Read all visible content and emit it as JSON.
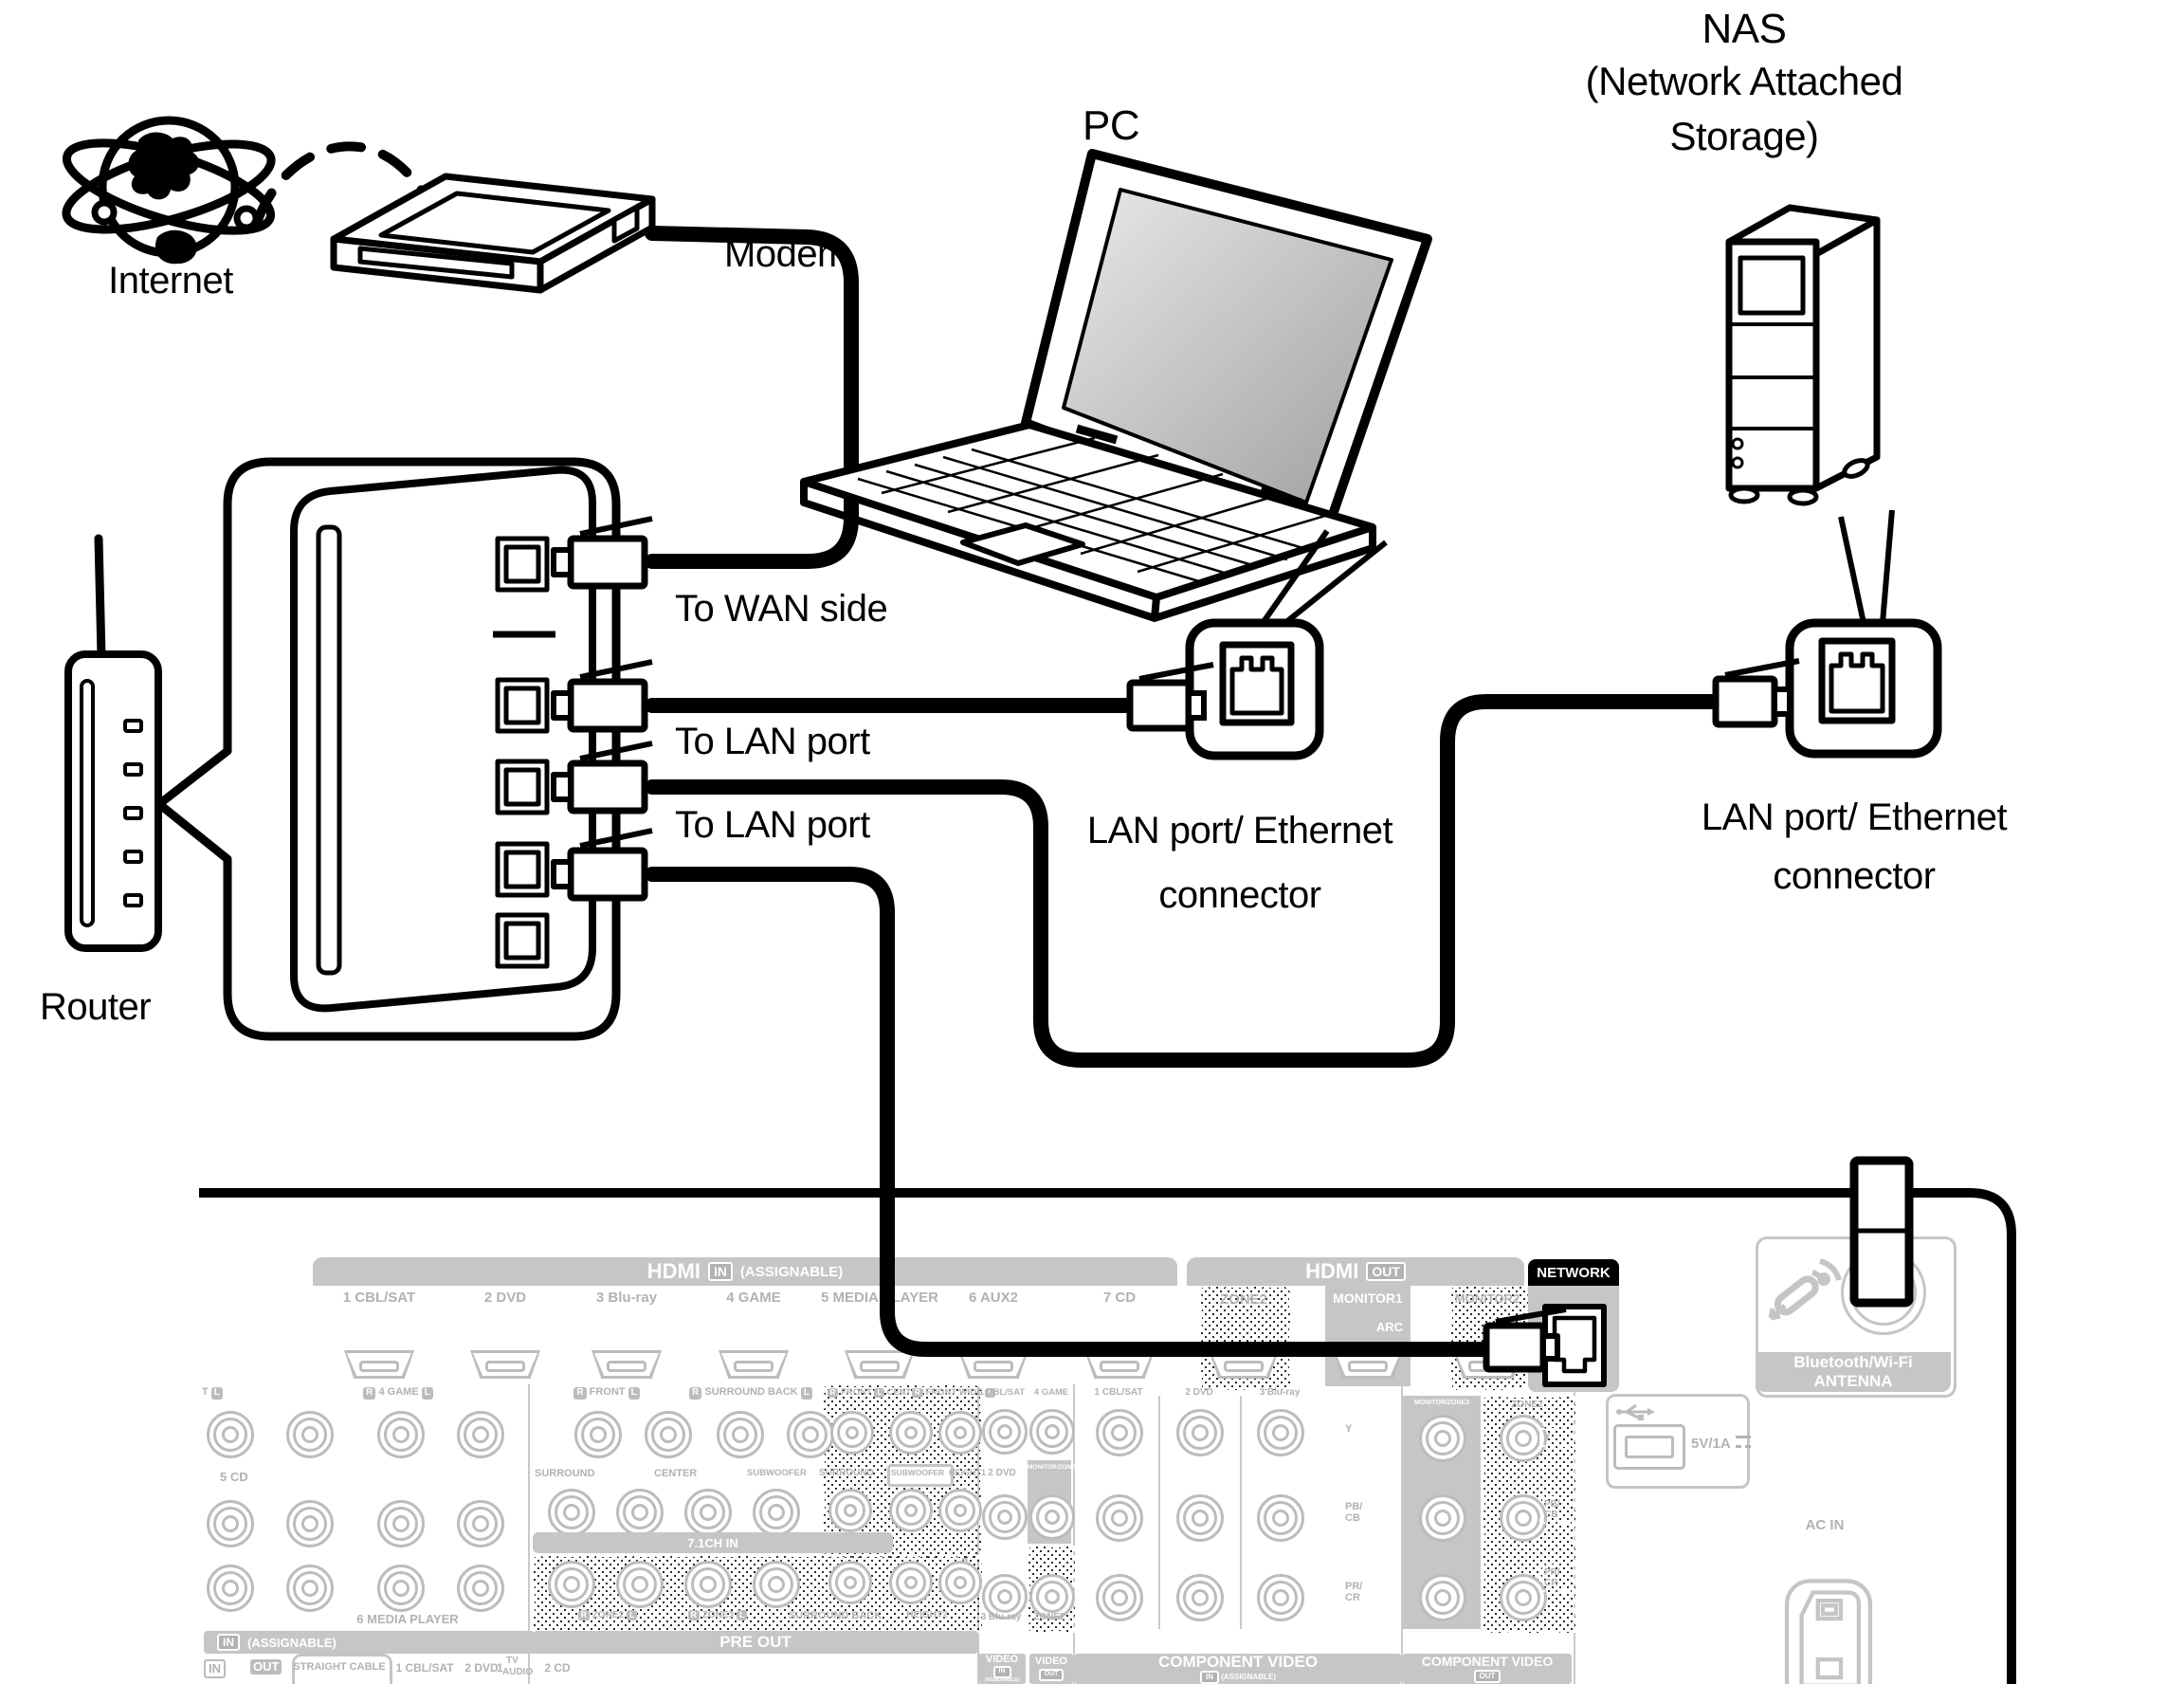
{
  "diagram": {
    "internet": "Internet",
    "modem": "Modem",
    "pc": "PC",
    "nas_line1": "NAS",
    "nas_line2": "(Network Attached",
    "nas_line3": "Storage)",
    "router": "Router",
    "to_wan": "To WAN side",
    "to_lan_a": "To LAN port",
    "to_lan_b": "To LAN port",
    "pc_callout_line1": "LAN port/ Ethernet",
    "pc_callout_line2": "connector",
    "nas_callout_line1": "LAN port/ Ethernet",
    "nas_callout_line2": "connector"
  },
  "receiver": {
    "badges": {
      "r": "R",
      "l": "L",
      "in": "IN",
      "out": "OUT"
    },
    "hdmi_in": {
      "name": "HDMI",
      "badge": "IN",
      "assignable": "(ASSIGNABLE)",
      "ports": [
        "1 CBL/SAT",
        "2 DVD",
        "3 Blu-ray",
        "4 GAME",
        "5 MEDIA PLAYER",
        "6 AUX2",
        "7 CD"
      ]
    },
    "hdmi_out": {
      "name": "HDMI",
      "badge": "OUT",
      "zone2": "ZONE2",
      "monitor1": "MONITOR1",
      "monitor2": "MONITOR2",
      "arc": "ARC"
    },
    "network": "NETWORK",
    "bluetooth_line1": "Bluetooth/Wi-Fi",
    "bluetooth_line2": "ANTENNA",
    "usb_rating": "5V/1A",
    "ac_in": "AC IN",
    "analog": {
      "partial": "T",
      "col2": "4 GAME",
      "row2": "5 CD",
      "row3": "6 MEDIA PLAYER",
      "assignable": "(ASSIGNABLE)"
    },
    "speakers": {
      "front": "FRONT",
      "surround_back": "SURROUND BACK",
      "front_b": "FRONT",
      "center_top": "CENTER",
      "front_wide": "FRONT WIDE",
      "surround": "SURROUND",
      "center": "CENTER",
      "subwoofer": "SUBWOOFER",
      "surround_b": "SURROUND",
      "subwoofer_b": "SUBWOOFER",
      "height1": "HEIGHT1",
      "height2": "HEIGHT2",
      "ch_in": "7.1CH IN",
      "zone2": "ZONE2",
      "zone3": "ZONE3",
      "surround_back_b": "SURROUND BACK",
      "pre_out": "PRE OUT",
      "sub1": "1",
      "sub2": "2"
    },
    "digital": {
      "straight": "STRAIGHT CABLE",
      "c1": "1 CBL/SAT",
      "c2": "2 DVD",
      "c3_num": "1",
      "c3a": "TV",
      "c3b": "AUDIO",
      "c4": "2 CD"
    },
    "video": {
      "in_c1": "1 CBL/SAT",
      "in_c2": "4 GAME",
      "in_c3": "2 DVD",
      "in_c4": "3 Blu-ray",
      "mon_zone3": "MONITOR/ZONE3",
      "zone2": "ZONE2",
      "hdr": "VIDEO",
      "assignable": "(ASSIGNABLE)"
    },
    "component": {
      "c1": "1 CBL/SAT",
      "c2": "2 DVD",
      "c3": "3 Blu-ray",
      "mon_zone3": "MONITOR/ZONE3",
      "zone2": "ZONE2",
      "y": "Y",
      "pb": "PB/",
      "cb": "CB",
      "pr": "PR/",
      "cr": "CR",
      "hdr": "COMPONENT VIDEO",
      "assignable": "(ASSIGNABLE)"
    }
  }
}
